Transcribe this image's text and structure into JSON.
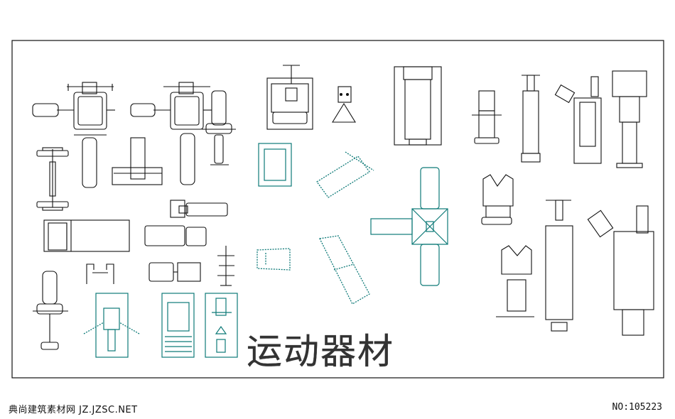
{
  "title": "运动器材",
  "footer": {
    "site": "典尚建筑素材网 JZ.JZSC.NET",
    "number": "NO:105223"
  },
  "colors": {
    "line": "#111111",
    "accent": "#0e7a78",
    "background": "#ffffff"
  }
}
